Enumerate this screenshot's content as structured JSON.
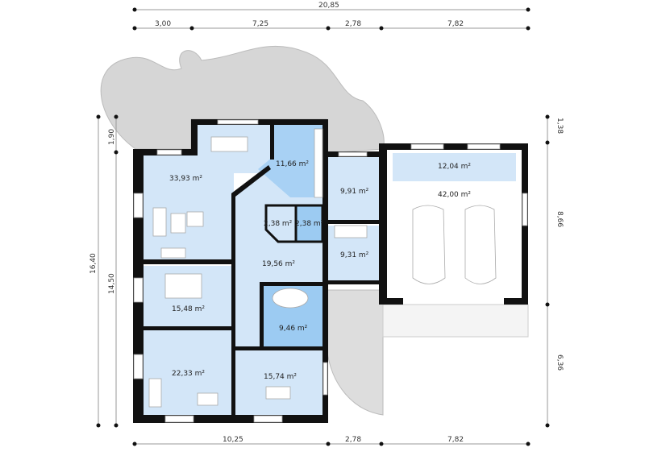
{
  "dimensions": {
    "top_total": "20,85",
    "top_segments": [
      "3,00",
      "7,25",
      "2,78",
      "7,82"
    ],
    "bottom_segments": [
      "10,25",
      "2,78",
      "7,82"
    ],
    "left_total": "16,40",
    "left_segments": [
      "1,90",
      "14,50"
    ],
    "right_segments": [
      "1,38",
      "8,66",
      "6,36"
    ]
  },
  "rooms": [
    {
      "label": "33,93 m²"
    },
    {
      "label": "11,66 m²"
    },
    {
      "label": "9,91 m²"
    },
    {
      "label": "12,04 m²"
    },
    {
      "label": "42,00 m²"
    },
    {
      "label": "2,38 m²"
    },
    {
      "label": "2,38 m²"
    },
    {
      "label": "9,31 m²"
    },
    {
      "label": "19,56 m²"
    },
    {
      "label": "15,48 m²"
    },
    {
      "label": "9,46 m²"
    },
    {
      "label": "22,33 m²"
    },
    {
      "label": "15,74 m²"
    }
  ],
  "colors": {
    "room": "#d3e6f8",
    "wet_room": "#9ccbf2",
    "terrace": "#d6d6d6",
    "wall": "#111111"
  }
}
